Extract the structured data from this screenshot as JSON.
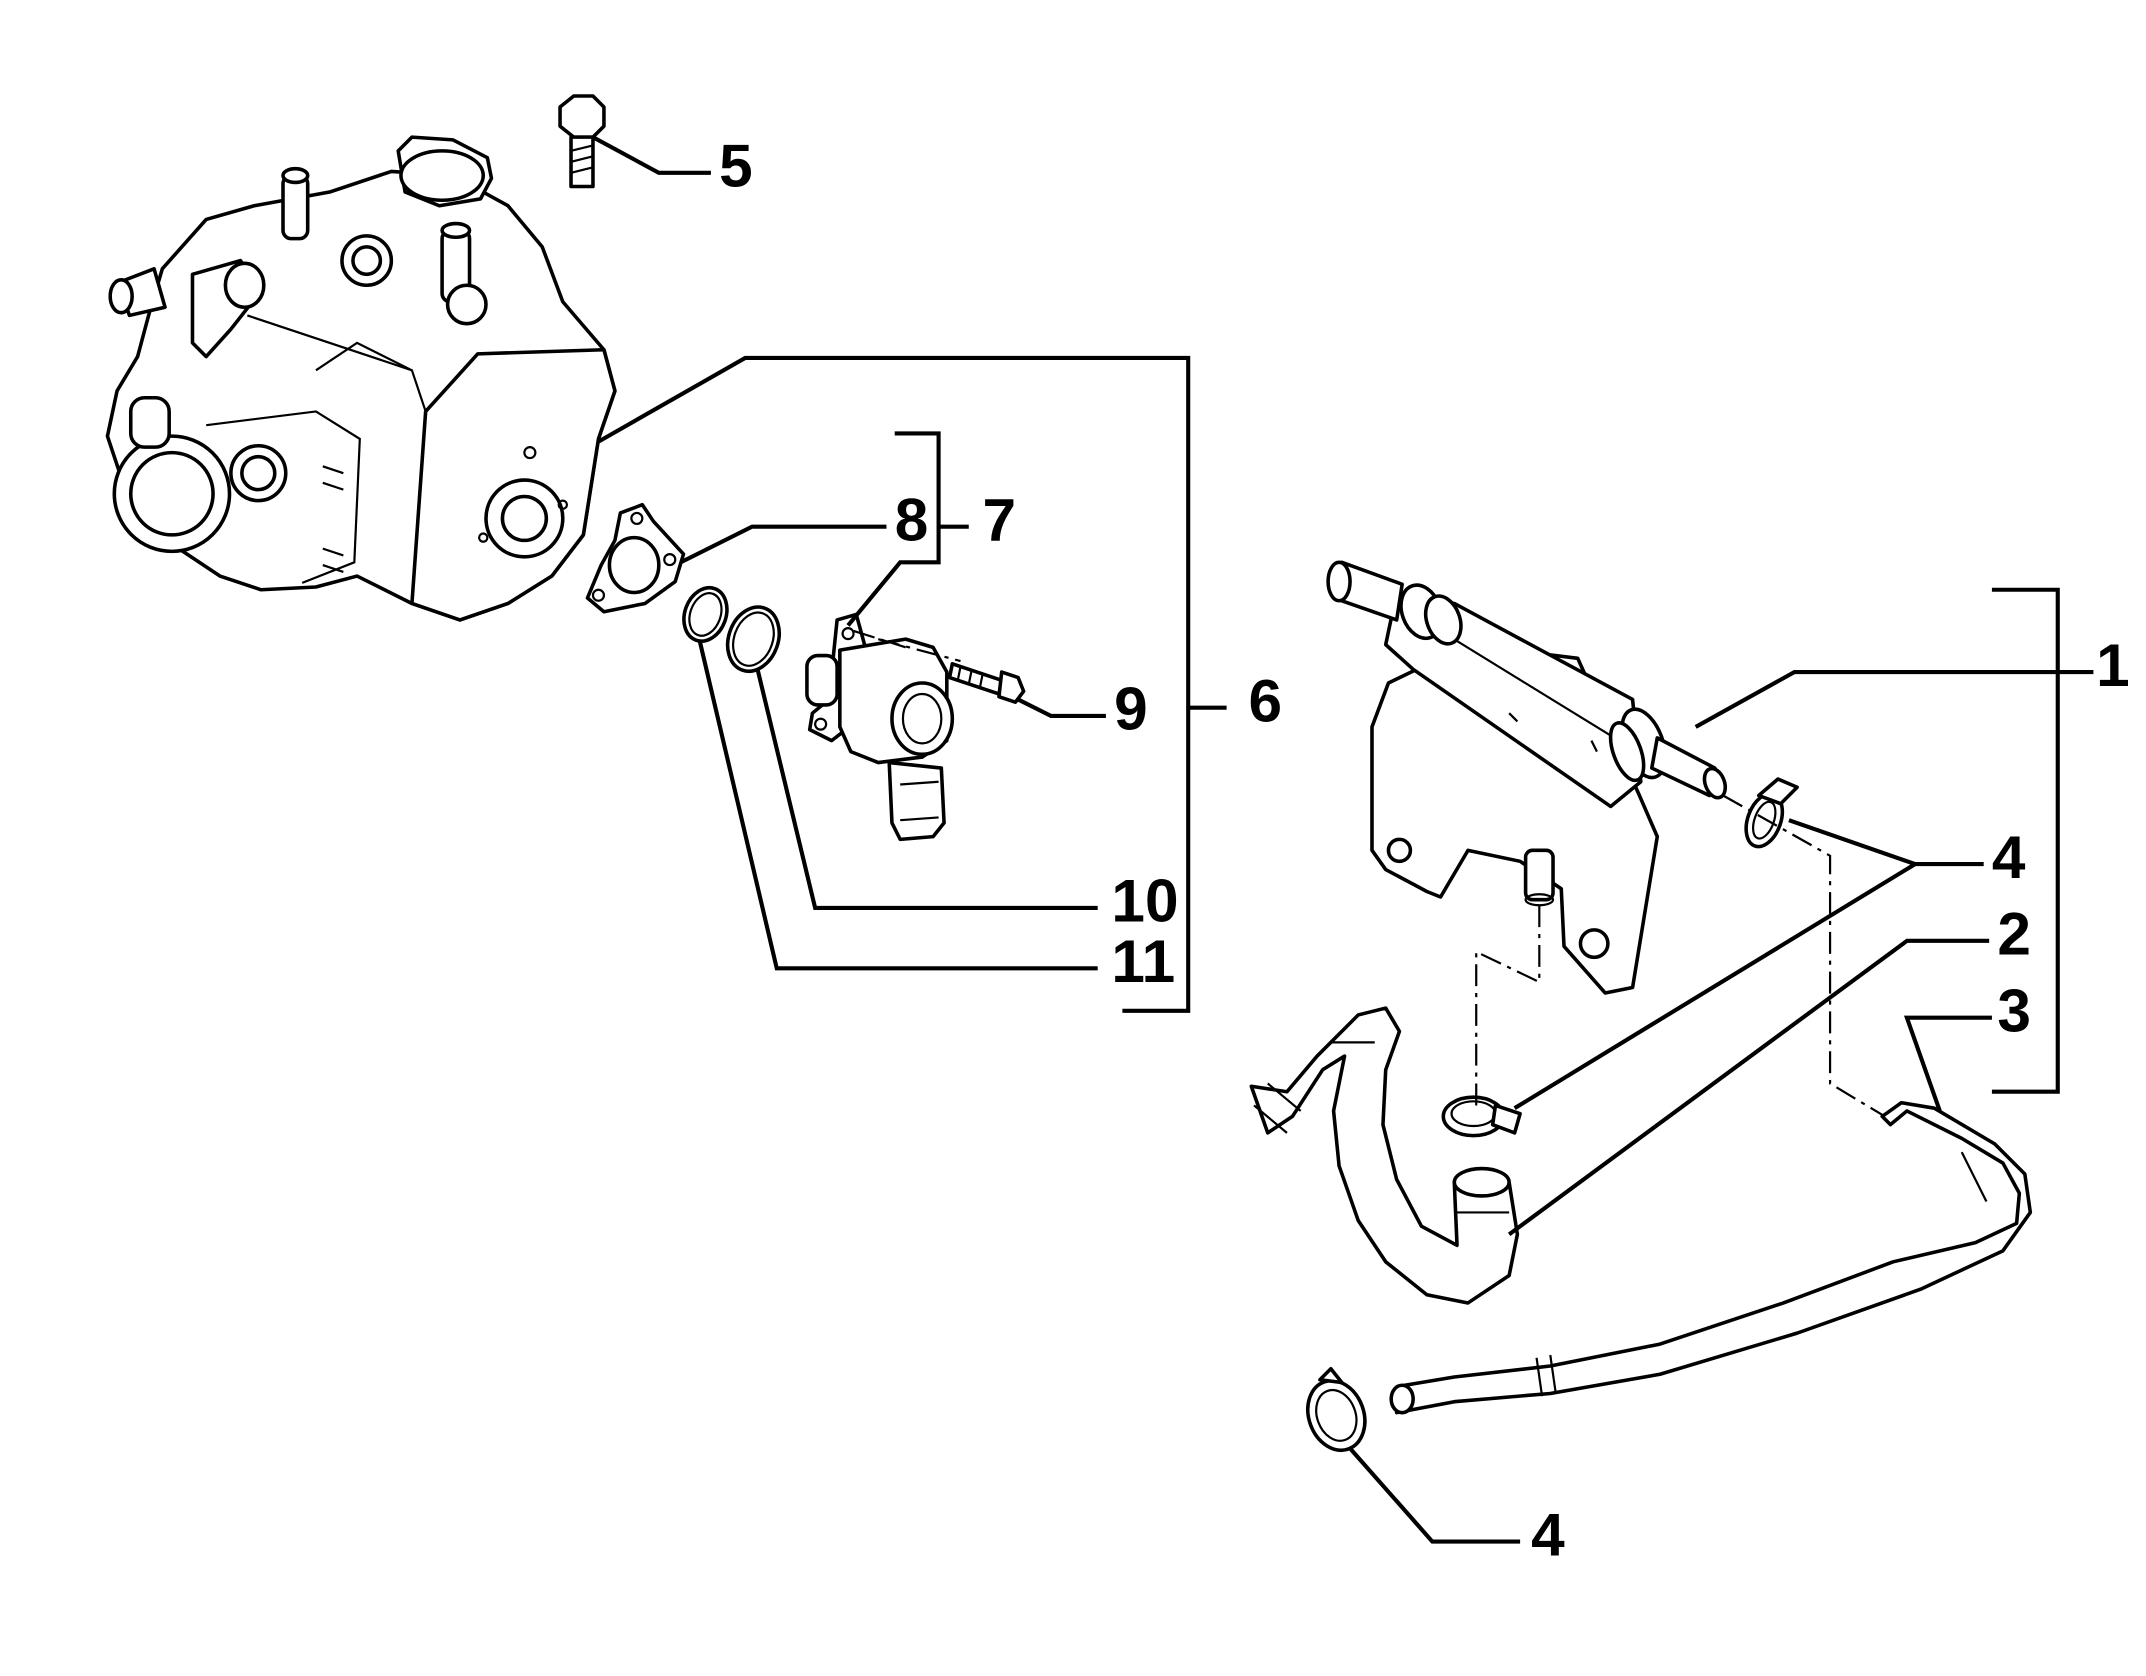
{
  "callouts": {
    "c1": "1",
    "c2": "2",
    "c3": "3",
    "c4a": "4",
    "c4b": "4",
    "c5": "5",
    "c6": "6",
    "c7": "7",
    "c8": "8",
    "c9": "9",
    "c10": "10",
    "c11": "11"
  }
}
